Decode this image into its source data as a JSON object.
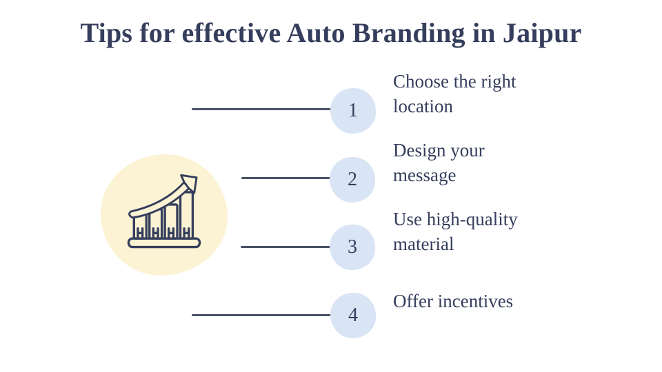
{
  "title": "Tips for effective Auto Branding in Jaipur",
  "colors": {
    "text_navy": "#353e5c",
    "circle_blue": "#d9e4f4",
    "blob_yellow": "#fbf3d3",
    "connector": "#4a5267",
    "bg": "#ffffff"
  },
  "icon": {
    "name": "growth-chart-icon"
  },
  "steps": [
    {
      "number": "1",
      "lines": [
        "Choose the right",
        "location"
      ]
    },
    {
      "number": "2",
      "lines": [
        "Design your",
        "message"
      ]
    },
    {
      "number": "3",
      "lines": [
        "Use high-quality",
        "material"
      ]
    },
    {
      "number": "4",
      "lines": [
        "Offer incentives"
      ]
    }
  ]
}
